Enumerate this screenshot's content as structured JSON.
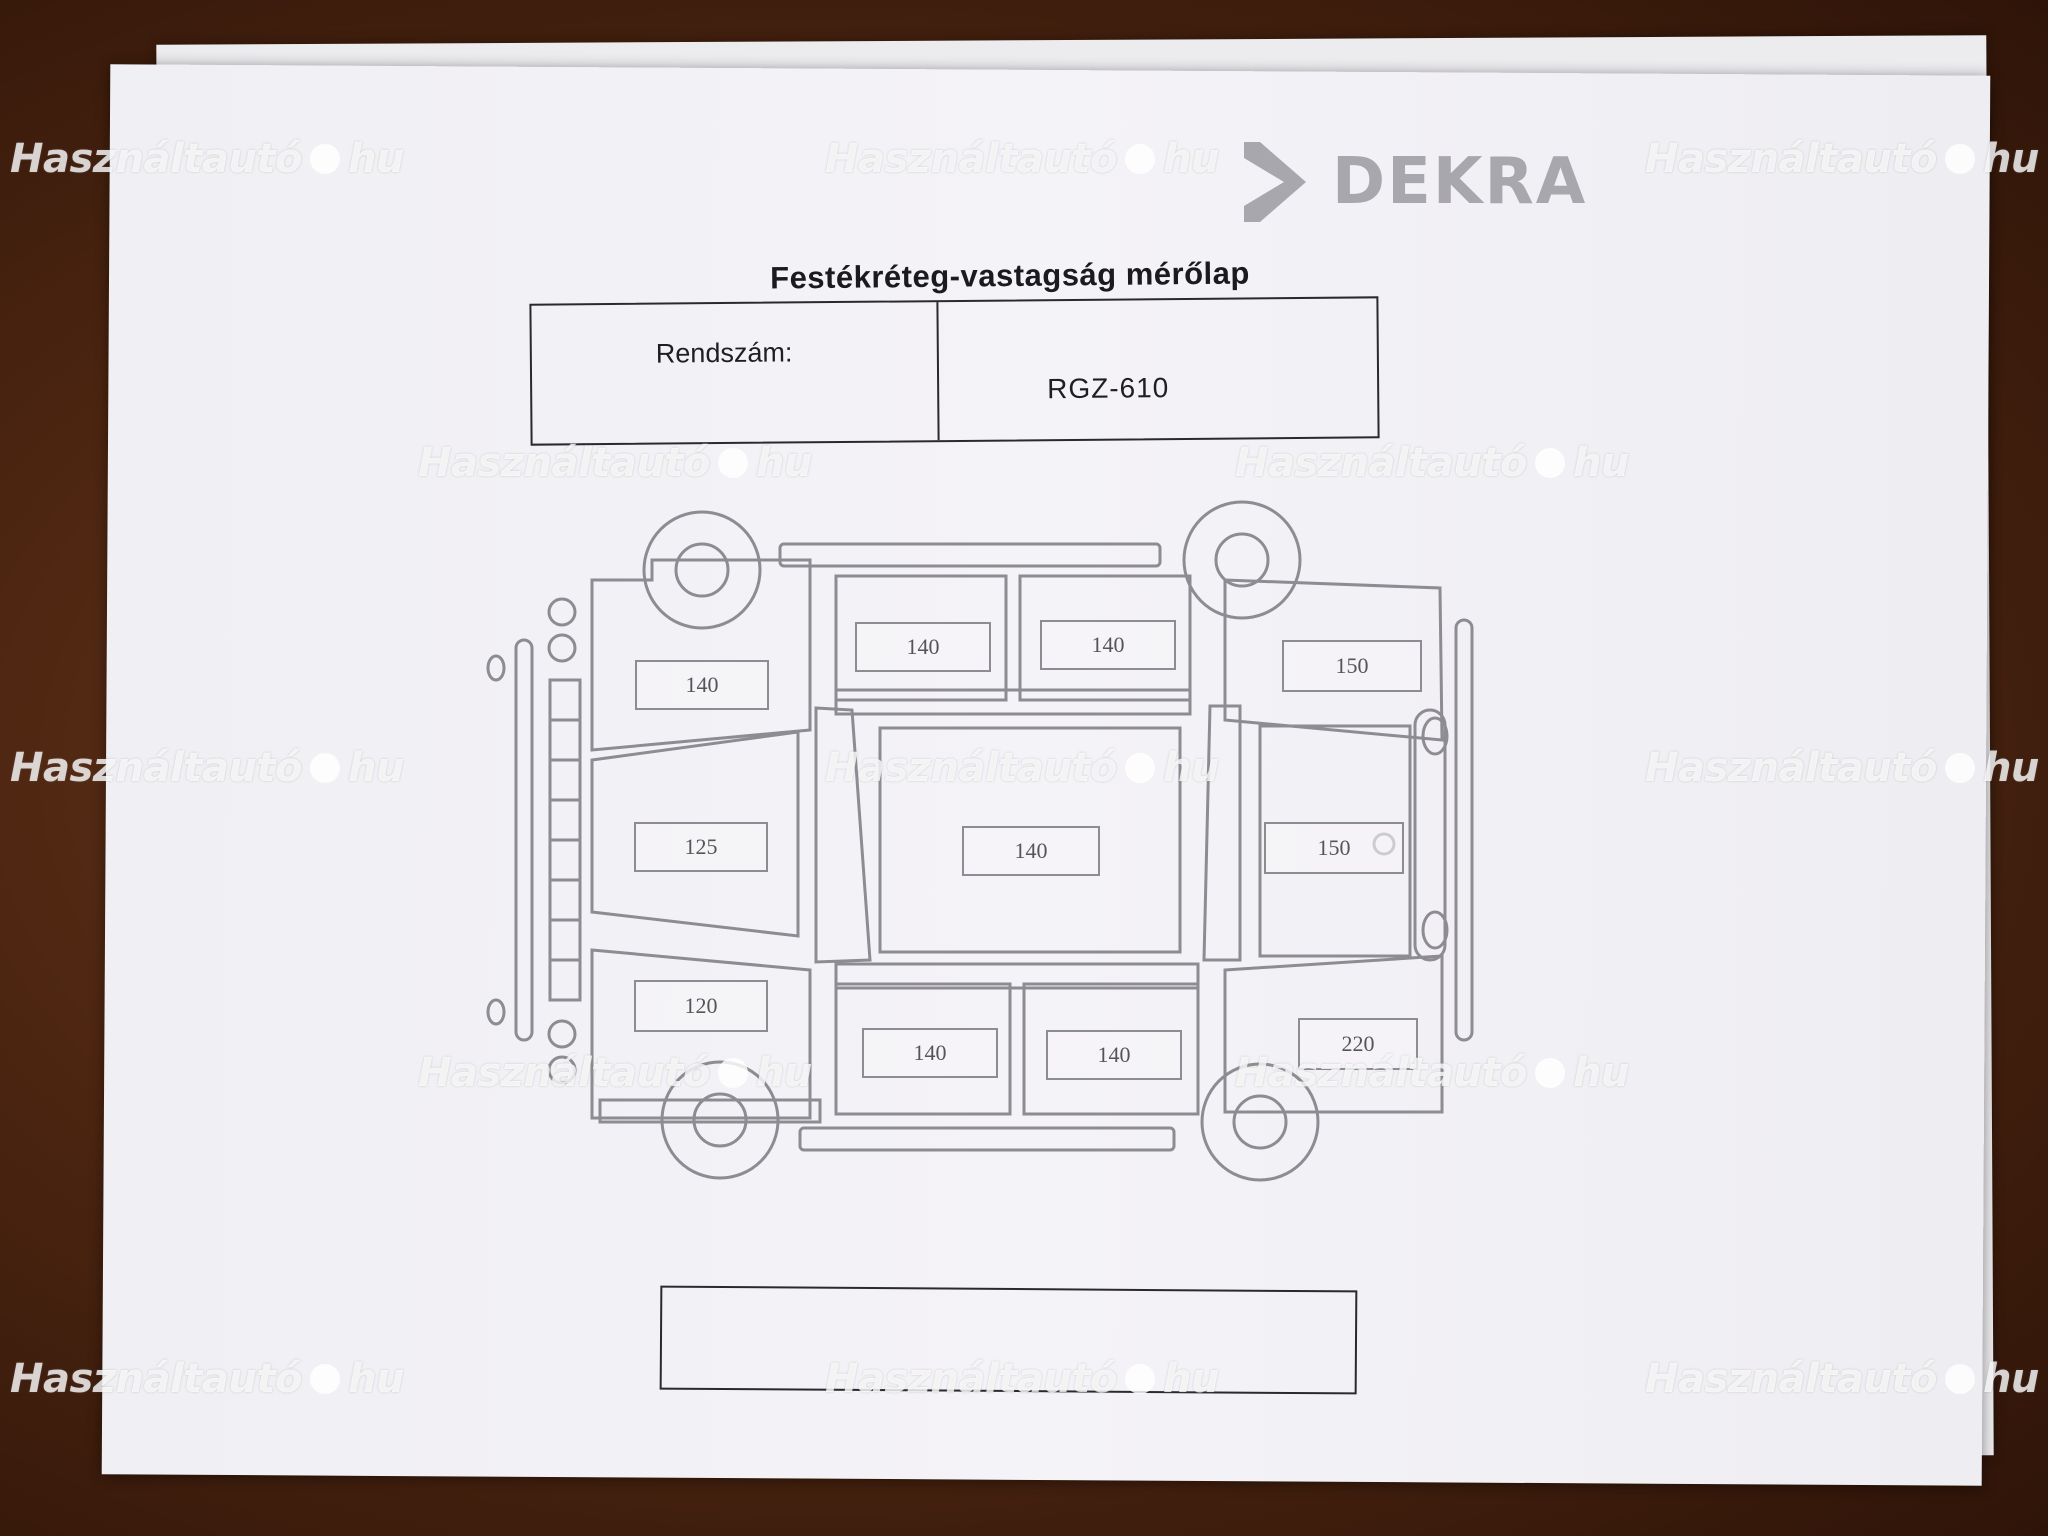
{
  "brand": "DEKRA",
  "title": "Festékréteg-vastagság mérőlap",
  "registration": {
    "label": "Rendszám:",
    "value": "RGZ-610"
  },
  "measurements": [
    {
      "panel": "hood-left",
      "value": "140"
    },
    {
      "panel": "door-front-left",
      "value": "140"
    },
    {
      "panel": "door-rear-left",
      "value": "140"
    },
    {
      "panel": "trunk-left",
      "value": "150"
    },
    {
      "panel": "hood-center",
      "value": "125"
    },
    {
      "panel": "roof",
      "value": "140"
    },
    {
      "panel": "trunk-center",
      "value": "150"
    },
    {
      "panel": "hood-right",
      "value": "120"
    },
    {
      "panel": "door-front-right",
      "value": "140"
    },
    {
      "panel": "door-rear-right",
      "value": "140"
    },
    {
      "panel": "trunk-right",
      "value": "220"
    }
  ],
  "watermark": {
    "left": "Használtautó",
    "right": "hu"
  },
  "colors": {
    "ink": "#1b1b1f",
    "diagram": "#8d8c92",
    "paper": "#f2f1f5",
    "background": "#4a2410"
  }
}
